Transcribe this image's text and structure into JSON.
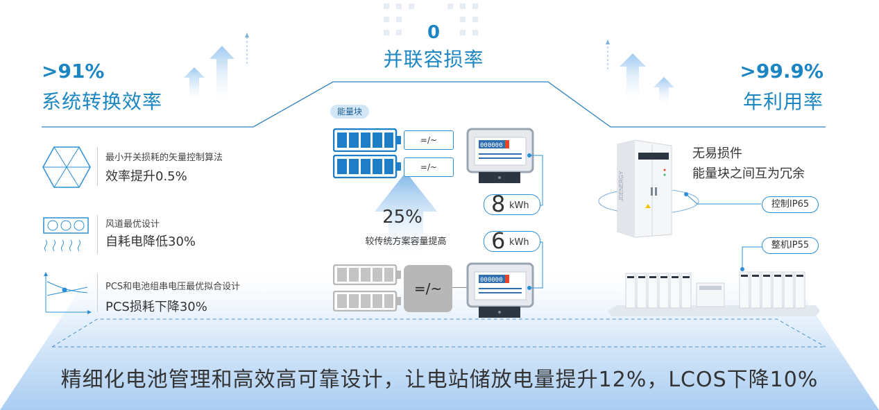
{
  "center_metric": {
    "value": "0",
    "label": "并联容损率"
  },
  "left_metric": {
    "value": ">91%",
    "label": "系统转换效率"
  },
  "right_metric": {
    "value": ">99.9%",
    "label": "年利用率"
  },
  "features": [
    {
      "title": "最小开关损耗的矢量控制算法",
      "detail": "效率提升0.5%",
      "icon": "hexagon-vector-icon"
    },
    {
      "title": "风道最优设计",
      "detail": "自耗电降低30%",
      "icon": "fan-airflow-icon"
    },
    {
      "title": "PCS和电池组串电压最优拟合设计",
      "detail": "PCS损耗下降30%",
      "icon": "curve-fit-chart-icon"
    }
  ],
  "energy_block": {
    "badge": "能量块",
    "converter_label": "=/~",
    "top_energy_value": "8",
    "bottom_energy_value": "6",
    "energy_unit": "kWh",
    "improvement_value": "25%",
    "improvement_label": "较传统方案容量提高"
  },
  "right_panel": {
    "line1": "无易损件",
    "line2": "能量块之间互为冗余",
    "tag_control": "控制IP65",
    "tag_machine": "整机IP55",
    "cabinet_brand": "JDENERGY"
  },
  "bottom_summary": "精细化电池管理和高效高可靠设计，让电站储放电量提升12%，LCOS下降10%",
  "colors": {
    "accent": "#1c86c2",
    "battery_blue": "#1f7ec8",
    "battery_gray": "#b8b8b8",
    "floor_gradient_top": "#ffffff",
    "floor_gradient_bottom": "#bcd8f5"
  }
}
